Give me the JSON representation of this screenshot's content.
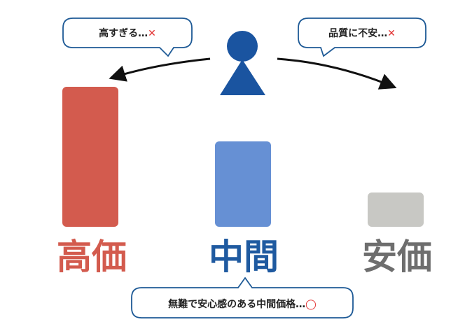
{
  "bubbles": {
    "left": {
      "text": "高すぎる…",
      "mark": "✕"
    },
    "right": {
      "text": "品質に不安…",
      "mark": "✕"
    },
    "bottom": {
      "text": "無難で安心感のある中間価格…",
      "mark": "◯"
    }
  },
  "labels": {
    "high": "高価",
    "mid": "中間",
    "low": "安価"
  },
  "colors": {
    "high": "#d35b4e",
    "mid": "#6690d4",
    "low": "#c8c8c4",
    "mid_text": "#1f5aa0",
    "low_text": "#6e6e6e",
    "person": "#1a54a0",
    "bubble_border": "#1e5a96",
    "cross": "#e23030",
    "circle": "#e23030"
  },
  "chart_data": {
    "type": "bar",
    "categories": [
      "高価",
      "中間",
      "安価"
    ],
    "values": [
      200,
      122,
      49
    ]
  }
}
